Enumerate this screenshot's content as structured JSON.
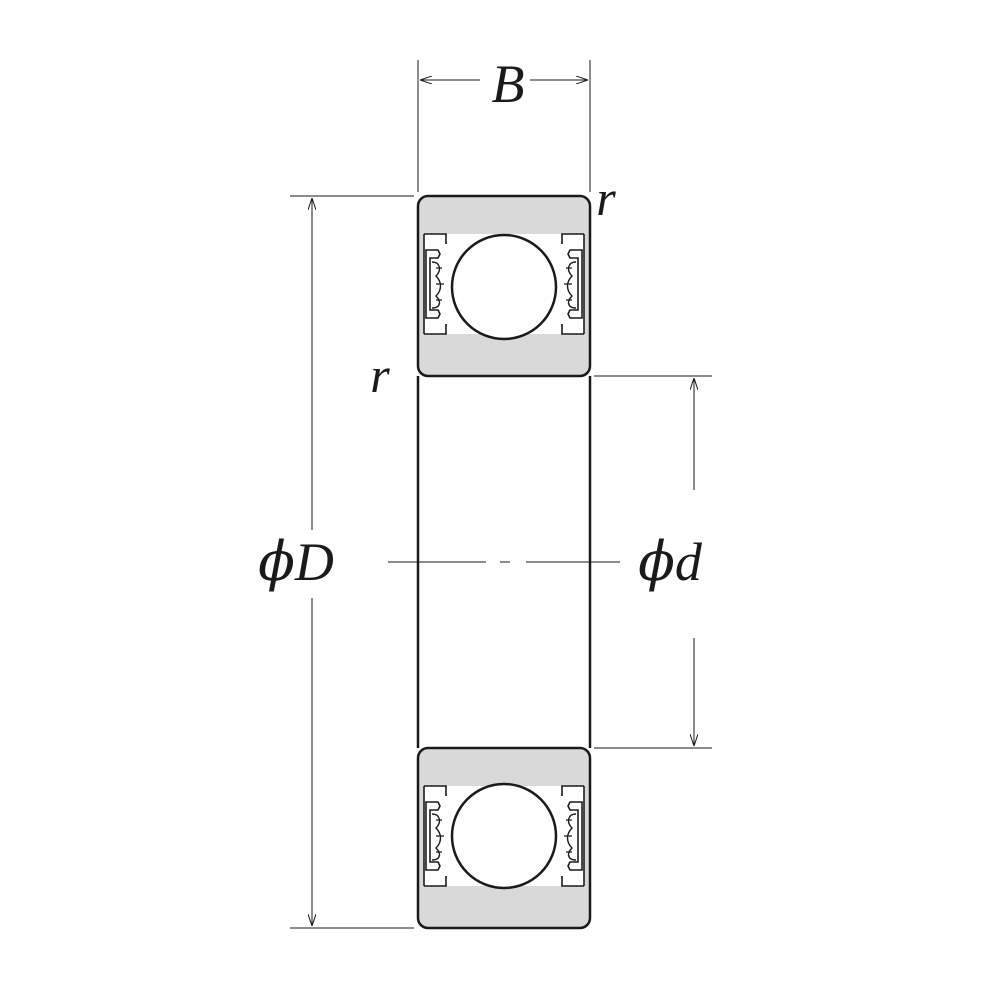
{
  "labels": {
    "width": "B",
    "radius_top": "r",
    "radius_left": "r",
    "outer_diameter_symbol": "ϕ",
    "outer_diameter": "D",
    "bore_diameter_symbol": "ϕ",
    "bore_diameter": "d"
  },
  "colors": {
    "line": "#1a1a1a",
    "ring_fill": "#d9d9d9",
    "background": "#ffffff"
  }
}
